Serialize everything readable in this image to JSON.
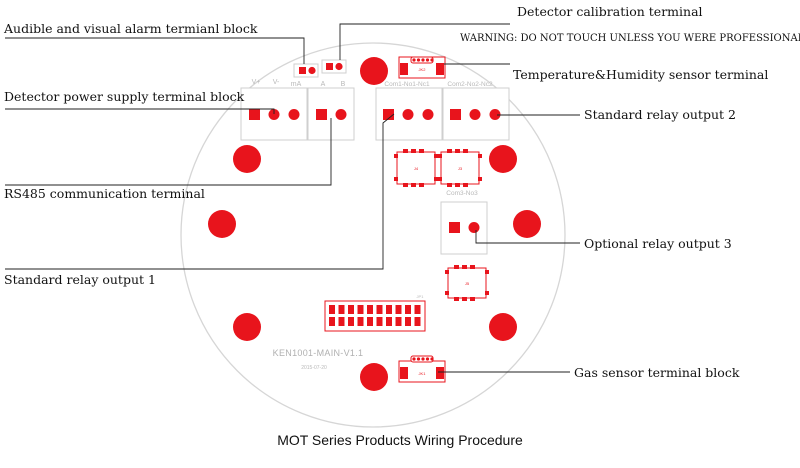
{
  "colors": {
    "pad_red": "#e8141c",
    "board_outline": "#d6d6d6",
    "terminal_outline": "#cfcfcf",
    "silkscreen": "#b9b9b9",
    "leader_line": "#222222",
    "text": "#111111"
  },
  "labels": {
    "alarm": "Audible and visual alarm termianl block",
    "calibration": "Detector calibration terminal",
    "warning": "WARNING: DO NOT TOUCH UNLESS YOU WERE PROFESSIONAL",
    "temp_humidity": "Temperature&Humidity sensor terminal",
    "power": "Detector power supply terminal block",
    "relay2": "Standard relay output 2",
    "rs485": "RS485 communication terminal",
    "relay3": "Optional relay output 3",
    "relay1": "Standard relay output 1",
    "gas": "Gas sensor terminal block"
  },
  "silkscreen": {
    "v_plus": "V+",
    "v_minus": "V-",
    "ma": "mA",
    "a": "A",
    "b": "B",
    "relay1_pins": "Com1-No1-Nc1",
    "relay2_pins": "Com2-No2-Nc2",
    "relay3_pins": "Com3-No3",
    "board_name": "KEN1001-MAIN-V1.1",
    "board_date": "2015-07-20",
    "cal_code": "JK2",
    "gas_code": "JK1",
    "relay_code_a": "J4",
    "relay_code_b": "J3",
    "relay_code_c": "J5",
    "header_code": "JP1"
  },
  "caption": "MOT Series Products Wiring Procedure"
}
